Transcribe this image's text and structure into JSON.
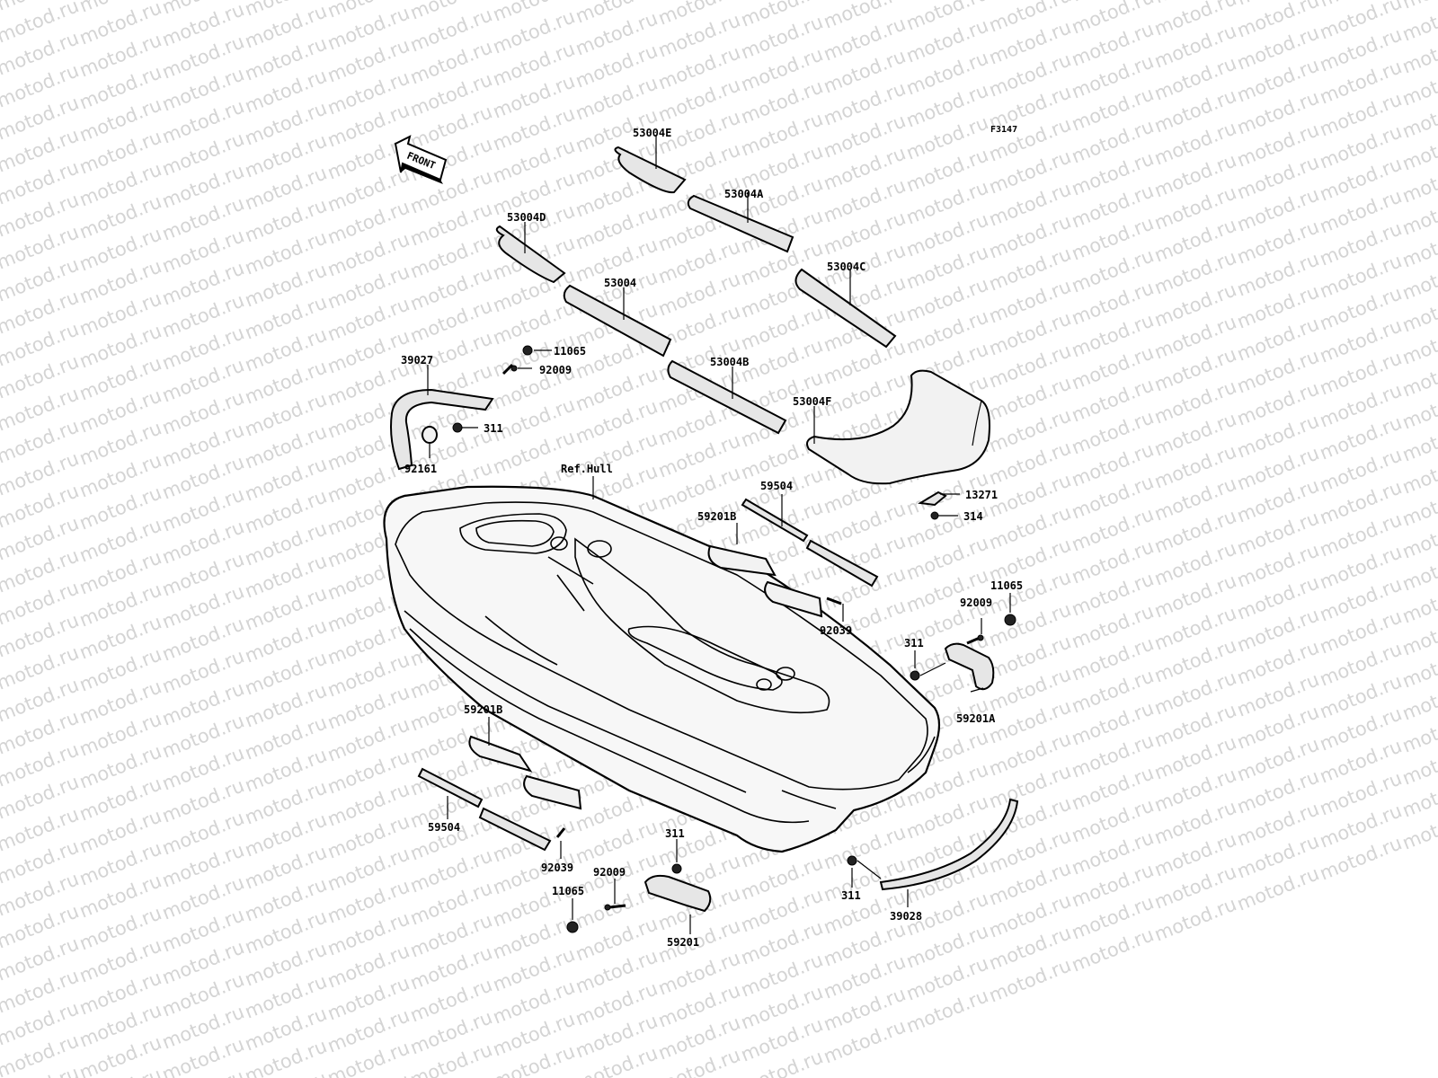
{
  "watermark": {
    "text": "motod.ru"
  },
  "diagram_code": "F3147",
  "front_label": "FRONT",
  "reference_label": "Ref.Hull",
  "parts": [
    {
      "id": "p53004E",
      "number": "53004E"
    },
    {
      "id": "p53004A",
      "number": "53004A"
    },
    {
      "id": "p53004D",
      "number": "53004D"
    },
    {
      "id": "p53004C",
      "number": "53004C"
    },
    {
      "id": "p53004",
      "number": "53004"
    },
    {
      "id": "p53004B",
      "number": "53004B"
    },
    {
      "id": "p53004F",
      "number": "53004F"
    },
    {
      "id": "p11065a",
      "number": "11065"
    },
    {
      "id": "p92009a",
      "number": "92009"
    },
    {
      "id": "p39027",
      "number": "39027"
    },
    {
      "id": "p311a",
      "number": "311"
    },
    {
      "id": "p92161",
      "number": "92161"
    },
    {
      "id": "p59504a",
      "number": "59504"
    },
    {
      "id": "p59201Ba",
      "number": "59201B"
    },
    {
      "id": "p13271",
      "number": "13271"
    },
    {
      "id": "p314",
      "number": "314"
    },
    {
      "id": "p92039a",
      "number": "92039"
    },
    {
      "id": "p11065b",
      "number": "11065"
    },
    {
      "id": "p92009b",
      "number": "92009"
    },
    {
      "id": "p311b",
      "number": "311"
    },
    {
      "id": "p59201A",
      "number": "59201A"
    },
    {
      "id": "p59201Bb",
      "number": "59201B"
    },
    {
      "id": "p59504b",
      "number": "59504"
    },
    {
      "id": "p92039b",
      "number": "92039"
    },
    {
      "id": "p311c",
      "number": "311"
    },
    {
      "id": "p92009c",
      "number": "92009"
    },
    {
      "id": "p11065c",
      "number": "11065"
    },
    {
      "id": "p59201",
      "number": "59201"
    },
    {
      "id": "p311d",
      "number": "311"
    },
    {
      "id": "p39028",
      "number": "39028"
    }
  ]
}
